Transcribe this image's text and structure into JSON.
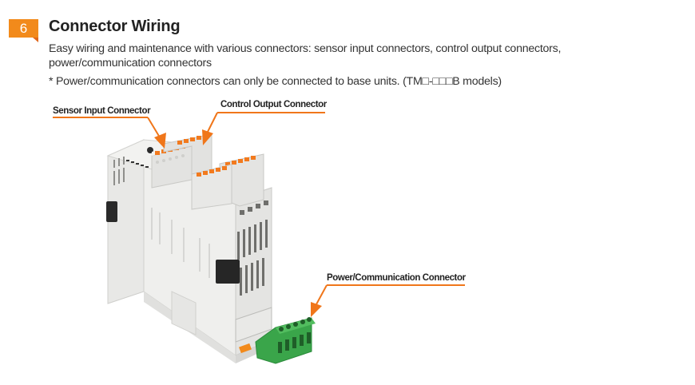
{
  "section": {
    "number": "6",
    "title": "Connector Wiring",
    "description": "Easy wiring and maintenance with various connectors: sensor input connectors, control output connectors, power/communication connectors",
    "note": "* Power/communication connectors can only be connected to base units. (TM□-□□□B models)"
  },
  "callouts": {
    "sensor_input": "Sensor Input Connector",
    "control_output": "Control Output Connector",
    "power_communication": "Power/Communication Connector"
  },
  "colors": {
    "accent": "#f28a1b",
    "connector_green": "#3aa54a"
  }
}
